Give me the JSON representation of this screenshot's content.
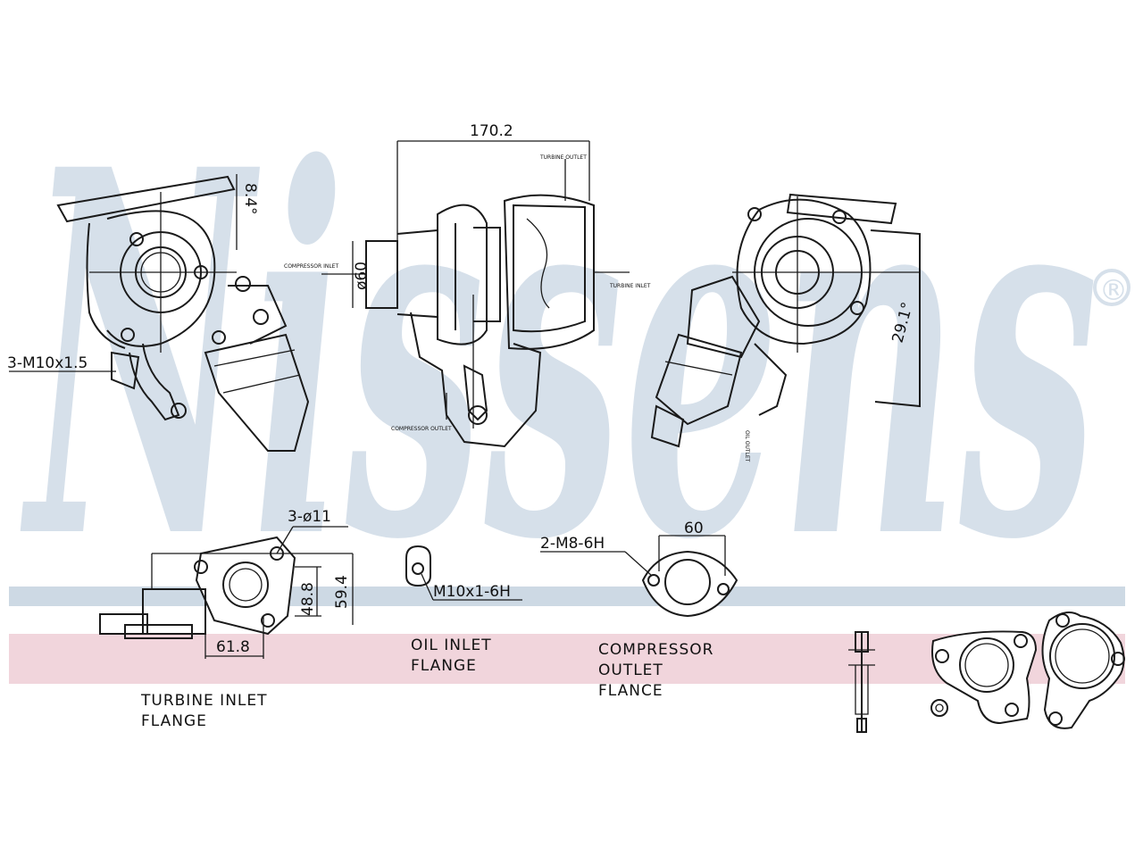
{
  "watermark": {
    "brand": "Nissens",
    "registered_mark": "®",
    "band_blue_color": "#cdd9e4",
    "band_pink_color": "#f1d5dc",
    "text_color": "#d6e0ea"
  },
  "views": {
    "top_center": {
      "overall_length": "170.2",
      "diameter": "ø60",
      "compressor_inlet": "COMPRESSOR INLET",
      "compressor_outlet": "COMPRESSOR OUTLET",
      "turbine_inlet": "TURBINE INLET",
      "turbine_outlet": "TURBINE OUTLET"
    },
    "top_left": {
      "angle": "8.4°",
      "thread_callout": "3-M10x1.5"
    },
    "top_right": {
      "angle": "29.1°",
      "oil_outlet": "OIL OUTLET"
    }
  },
  "flanges": {
    "turbine_inlet": {
      "holes": "3-ø11",
      "dim_a": "48.8",
      "dim_b": "59.4",
      "dim_c": "61.8",
      "label_line1": "TURBINE  INLET",
      "label_line2": "FLANGE"
    },
    "oil_inlet": {
      "thread": "M10x1-6H",
      "label_line1": "OIL  INLET",
      "label_line2": "FLANGE"
    },
    "compressor_outlet": {
      "thread": "2-M8-6H",
      "dim": "60",
      "label_line1": "COMPRESSOR",
      "label_line2": "OUTLET",
      "label_line3": "FLANCE"
    }
  }
}
